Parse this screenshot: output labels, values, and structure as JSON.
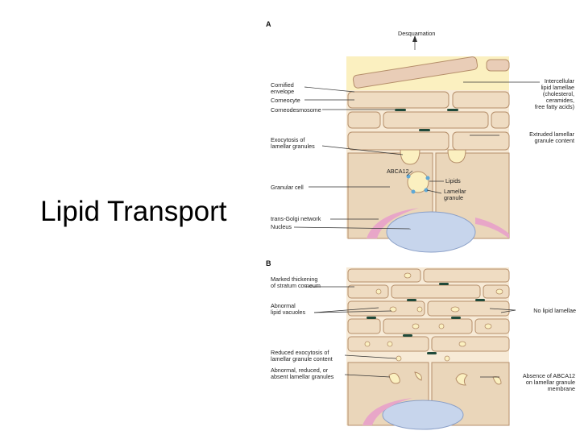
{
  "slide": {
    "title": "Lipid Transport"
  },
  "figure": {
    "colors": {
      "cell_fill": "#f4e2c8",
      "cell_border": "#b58e6a",
      "granular_fill": "#e8d2b4",
      "lamellae_fill": "#fbefb0",
      "desmosome": "#1f4a3a",
      "nucleus": "#b8c8e6",
      "golgi": "#e8a6c8",
      "abca12": "#5fa8d6"
    },
    "panel_a": {
      "letter": "A",
      "labels": {
        "desquamation": "Desquamation",
        "cornified_1": "Cornified",
        "cornified_2": "envelope",
        "corneocyte": "Corneocyte",
        "corneodesmosome": "Corneodesmosome",
        "exocytosis_1": "Exocytosis of",
        "exocytosis_2": "lamellar granules",
        "granular_cell": "Granular cell",
        "trans_golgi": "trans-Golgi network",
        "nucleus": "Nucleus",
        "abca12": "ABCA12",
        "lipids": "Lipids",
        "lamellar_1": "Lamellar",
        "lamellar_2": "granule",
        "intercellular_1": "Intercellular",
        "intercellular_2": "lipid lamellae",
        "intercellular_3": "(cholesterol,",
        "intercellular_4": "ceramides,",
        "intercellular_5": "free fatty acids)",
        "extruded_1": "Extruded lamellar",
        "extruded_2": "granule content"
      }
    },
    "panel_b": {
      "letter": "B",
      "labels": {
        "thickening_1": "Marked thickening",
        "thickening_2": "of stratum corneum",
        "abnormal_1": "Abnormal",
        "abnormal_2": "lipid vacuoles",
        "no_lipid": "No lipid lamellae",
        "reduced_1": "Reduced exocytosis of",
        "reduced_2": "lamellar granule content",
        "absent_1": "Abnormal, reduced, or",
        "absent_2": "absent lamellar granules",
        "absence_1": "Absence of ABCA12",
        "absence_2": "on lamellar granule",
        "absence_3": "membrane"
      }
    }
  }
}
